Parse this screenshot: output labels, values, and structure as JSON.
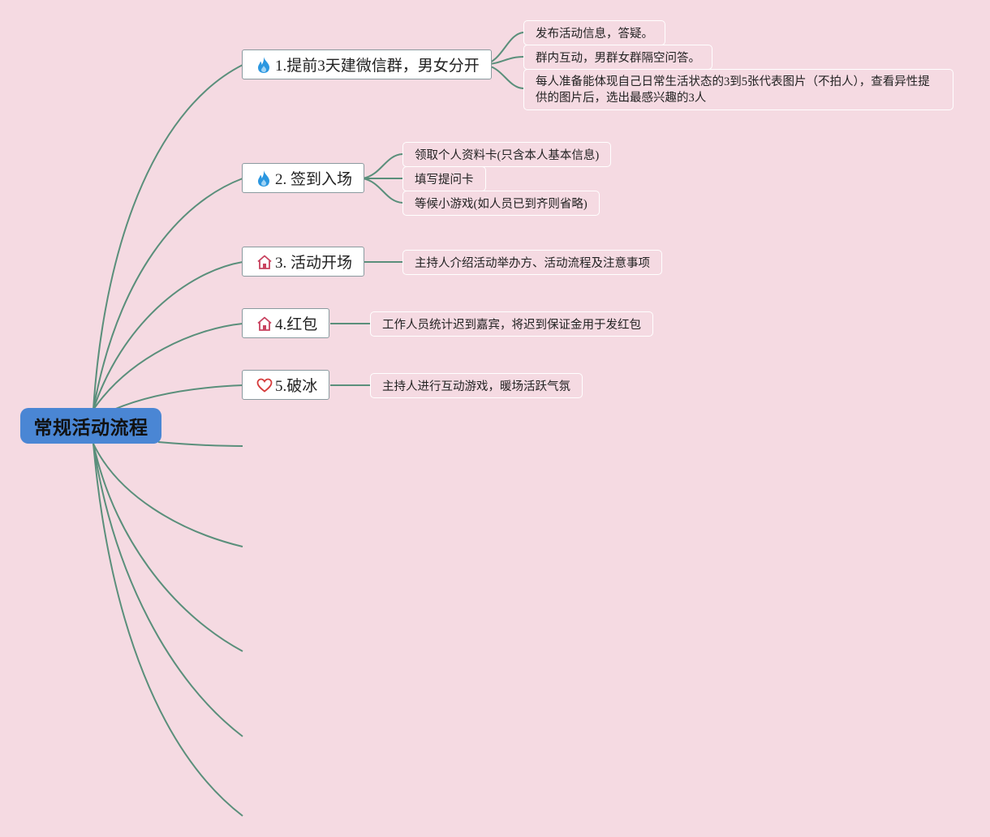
{
  "root": {
    "label": "常规活动流程"
  },
  "colors": {
    "background": "#f5dae2",
    "line": "#5a8f7b",
    "root": "#4a86d4",
    "fire": "#2b97e0",
    "house": "#c8425f",
    "heart": "#d63b3b"
  },
  "topics": [
    {
      "label": "1.提前3天建微信群，男女分开",
      "icon": "fire-icon",
      "children": [
        "发布活动信息，答疑。",
        "群内互动，男群女群隔空问答。",
        "每人准备能体现自己日常生活状态的3到5张代表图片（不拍人），查看异性提供的图片后，选出最感兴趣的3人"
      ]
    },
    {
      "label": "2. 签到入场",
      "icon": "fire-icon",
      "children": [
        "领取个人资料卡(只含本人基本信息)",
        "填写提问卡",
        "等候小游戏(如人员已到齐则省略)"
      ]
    },
    {
      "label": "3. 活动开场",
      "icon": "house-icon",
      "children": [
        "主持人介绍活动举办方、活动流程及注意事项"
      ]
    },
    {
      "label": "4.红包",
      "icon": "house-icon",
      "children": [
        "工作人员统计迟到嘉宾，将迟到保证金用于发红包"
      ]
    },
    {
      "label": "5.破冰",
      "icon": "heart-icon",
      "children": [
        "主持人进行互动游戏，暖场活跃气氛"
      ]
    }
  ]
}
